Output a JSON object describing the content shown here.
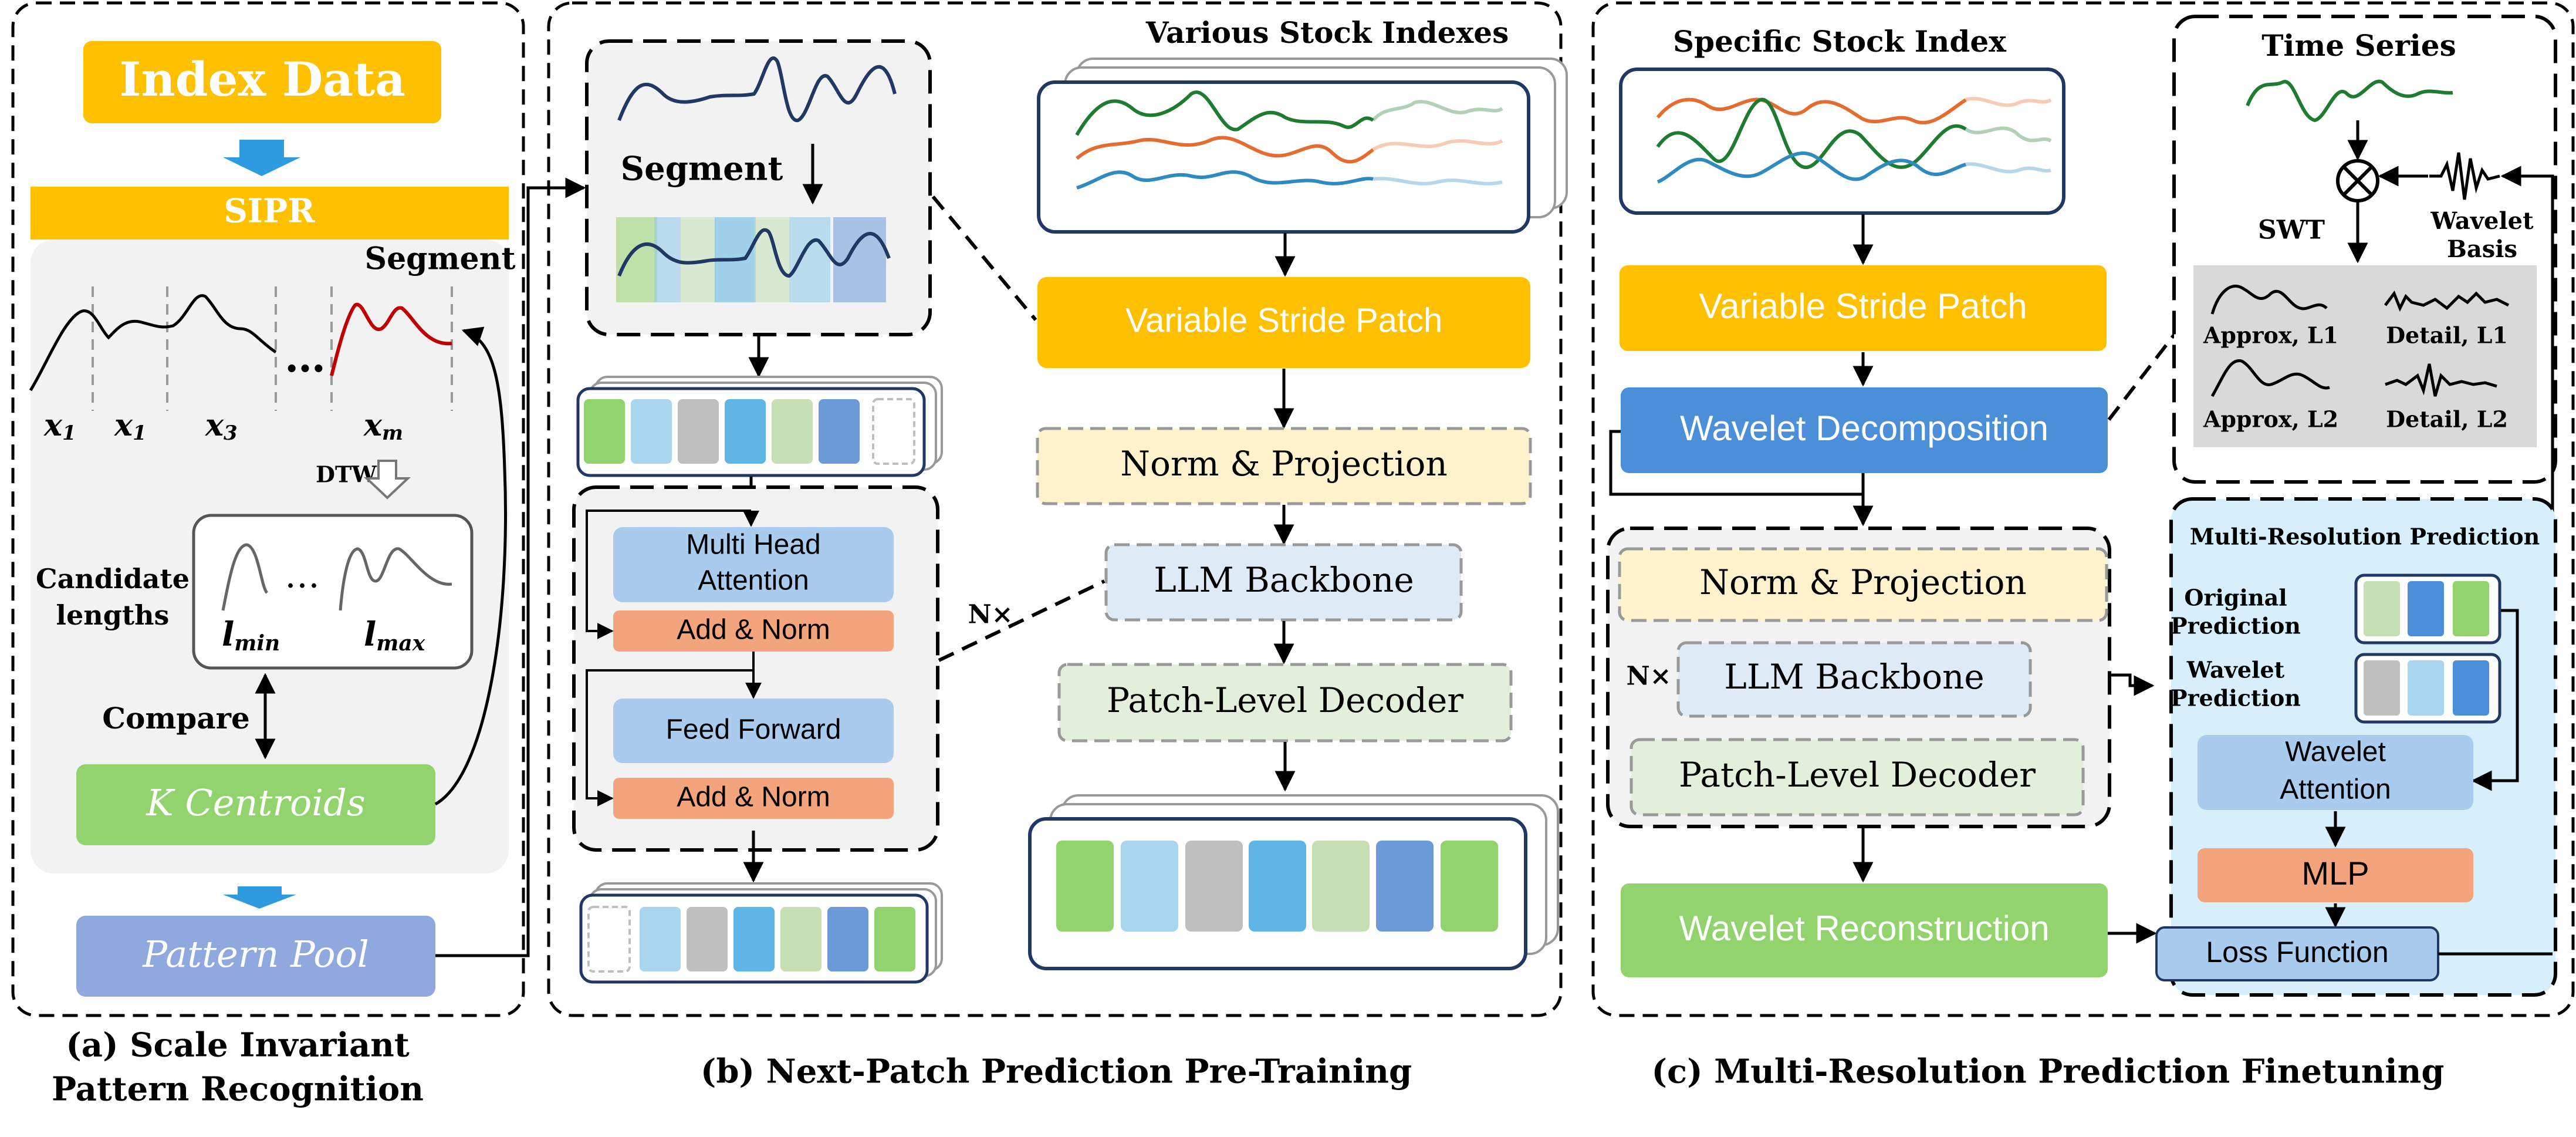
{
  "panel_a": {
    "caption_line1": "(a) Scale Invariant",
    "caption_line2": "Pattern Recognition",
    "index_data": "Index Data",
    "sipr": "SIPR",
    "segment": "Segment",
    "x_labels": [
      "x",
      "x",
      "x",
      "x"
    ],
    "x_subs": [
      "1",
      "1",
      "3",
      "m"
    ],
    "ellipsis": "…",
    "dtw": "DTW",
    "candidate_line1": "Candidate",
    "candidate_line2": "lengths",
    "l_min": "l",
    "l_min_sub": "min",
    "l_max": "l",
    "l_max_sub": "max",
    "compare": "Compare",
    "k_centroids": "K Centroids",
    "pattern_pool": "Pattern Pool"
  },
  "panel_b": {
    "caption": "(b) Next-Patch Prediction Pre-Training",
    "segment": "Segment",
    "multi_head_line1": "Multi Head",
    "multi_head_line2": "Attention",
    "add_norm": "Add & Norm",
    "feed_forward": "Feed Forward",
    "various_stock": "Various Stock Indexes",
    "variable_stride": "Variable Stride Patch",
    "norm_projection": "Norm & Projection",
    "llm_backbone": "LLM Backbone",
    "patch_decoder": "Patch-Level Decoder",
    "nx": "N×"
  },
  "panel_c": {
    "caption": "(c) Multi-Resolution Prediction Finetuning",
    "specific_stock": "Specific Stock Index",
    "variable_stride": "Variable Stride Patch",
    "wavelet_decomposition": "Wavelet Decomposition",
    "norm_projection": "Norm & Projection",
    "llm_backbone": "LLM Backbone",
    "patch_decoder": "Patch-Level Decoder",
    "nx": "N×",
    "wavelet_reconstruction": "Wavelet Reconstruction",
    "time_series": "Time Series",
    "swt": "SWT",
    "wavelet_basis_line1": "Wavelet",
    "wavelet_basis_line2": "Basis",
    "approx_l1": "Approx, L1",
    "detail_l1": "Detail, L1",
    "approx_l2": "Approx, L2",
    "detail_l2": "Detail, L2",
    "multi_res_title": "Multi-Resolution Prediction",
    "original_line1": "Original",
    "original_line2": "Prediction",
    "wavelet_pred_line1": "Wavelet",
    "wavelet_pred_line2": "Prediction",
    "wavelet_attention_line1": "Wavelet",
    "wavelet_attention_line2": "Attention",
    "mlp": "MLP",
    "loss_function": "Loss Function"
  },
  "colors": {
    "orange": "#FFC000",
    "blue": "#4A8FD8",
    "green": "#92D36E",
    "lavender": "#8FA9DF",
    "light_blue_box": "#A9CBEE",
    "salmon": "#F4A47C",
    "cream": "#FFF2CC",
    "pale_blue": "#DEEBF7",
    "pale_green": "#E2EFDA",
    "panel_bg": "#F2F2F2",
    "cyan_bg": "#D6EFFA"
  }
}
